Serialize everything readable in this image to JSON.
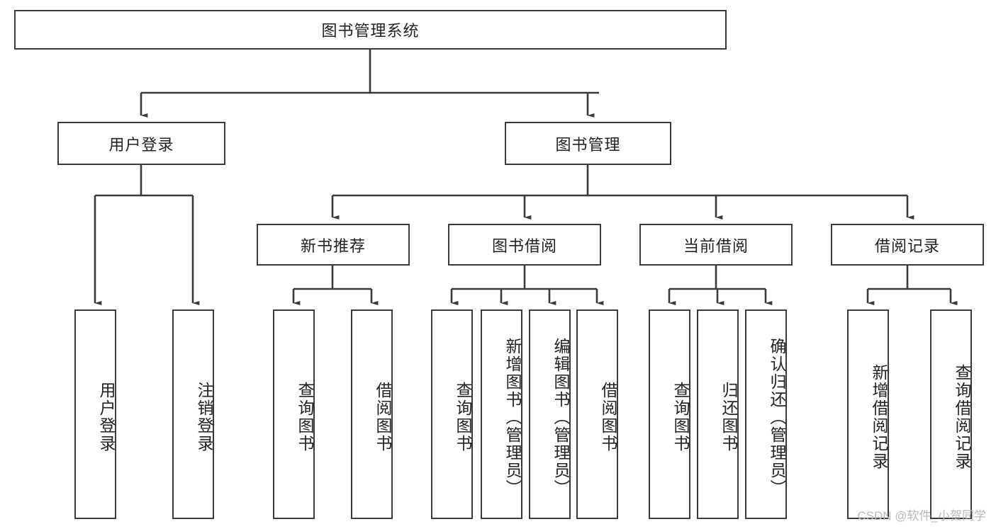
{
  "diagram": {
    "type": "tree-hierarchy-chart",
    "title": "图书管理系统",
    "orientation": "top-down",
    "line_color": "#3a3a3a",
    "box_fill": "#ffffff",
    "text_color": "#222222"
  },
  "root": {
    "label": "图书管理系统"
  },
  "level2": [
    {
      "label": "用户登录"
    },
    {
      "label": "图书管理"
    }
  ],
  "level3": [
    {
      "label": "新书推荐"
    },
    {
      "label": "图书借阅"
    },
    {
      "label": "当前借阅"
    },
    {
      "label": "借阅记录"
    }
  ],
  "leaves": {
    "user_login": [
      {
        "label": "用户登录"
      },
      {
        "label": "注销登录"
      }
    ],
    "new_book_recommend": [
      {
        "label": "查询图书"
      },
      {
        "label": "借阅图书"
      }
    ],
    "book_borrow": [
      {
        "label": "查询图书"
      },
      {
        "label": "新增图书（管理员）"
      },
      {
        "label": "编辑图书（管理员）"
      },
      {
        "label": "借阅图书"
      }
    ],
    "current_borrow": [
      {
        "label": "查询图书"
      },
      {
        "label": "归还图书"
      },
      {
        "label": "确认归还（管理员）"
      }
    ],
    "borrow_records": [
      {
        "label": "新增借阅记录"
      },
      {
        "label": "查询借阅记录"
      }
    ]
  },
  "watermark": {
    "text": "CSDN @软件_小贺同学"
  }
}
